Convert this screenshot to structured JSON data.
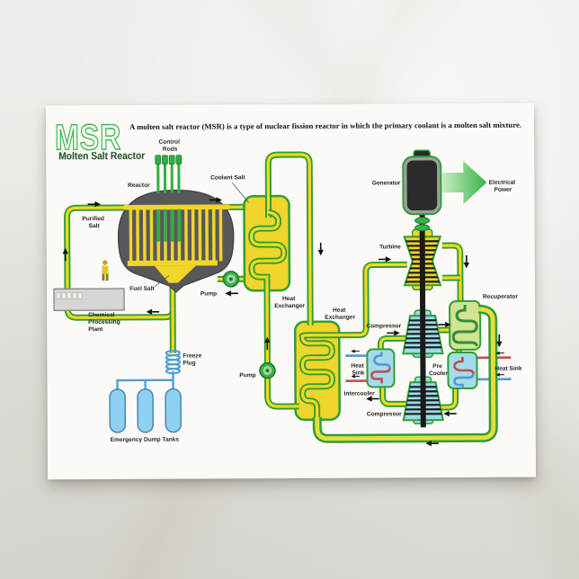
{
  "postcard": {
    "caption": "A molten salt reactor (MSR) is a type of nuclear fission reactor in which the primary coolant is a molten salt mixture.",
    "logo": {
      "title": "MSR",
      "subtitle": "Molten Salt Reactor"
    }
  },
  "labels": {
    "control_rods": [
      "Control",
      "Rods"
    ],
    "reactor": "Reactor",
    "coolant_salt": "Coolant Salt",
    "purified_salt": [
      "Purified",
      "Salt"
    ],
    "fuel_salt": "Fuel Salt",
    "pump": "Pump",
    "heat_exchanger": [
      "Heat",
      "Exchanger"
    ],
    "chemical_plant": [
      "Chemical",
      "Processing",
      "Plant"
    ],
    "freeze_plug": [
      "Freeze",
      "Plug"
    ],
    "emergency_dump_tanks": "Emergency Dump Tanks",
    "generator": "Generator",
    "electrical_power": [
      "Electrical",
      "Power"
    ],
    "turbine": "Turbine",
    "recuperator": "Recuperator",
    "compressor": "Compressor",
    "intercooler": "Intercooler",
    "pre_cooler": [
      "Pre",
      "Cooler"
    ],
    "heat_sink_two_line": [
      "Heat",
      "Sink"
    ],
    "heat_sink": "Heat Sink"
  },
  "colors": {
    "pipe_green": "#2f9e35",
    "salt_yellow": "#f0d52a",
    "vessel_gray": "#58585a",
    "rod_green": "#2fae44",
    "tank_blue": "#8ed1f2",
    "gas_cyan": "#9bdbe9",
    "hot_red": "#c0504d",
    "cold_blue": "#5599cc",
    "arrow_green": "#39b54a",
    "generator_black": "#2b2b2b"
  }
}
